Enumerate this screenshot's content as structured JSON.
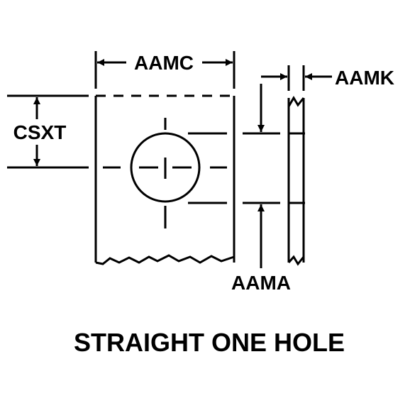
{
  "dimensions": {
    "width_label": "AAMC",
    "height_label": "CSXT",
    "thickness_label": "AAMK",
    "hole_label": "AAMA"
  },
  "caption": "STRAIGHT ONE HOLE",
  "colors": {
    "ink": "#000000",
    "background": "#ffffff"
  }
}
